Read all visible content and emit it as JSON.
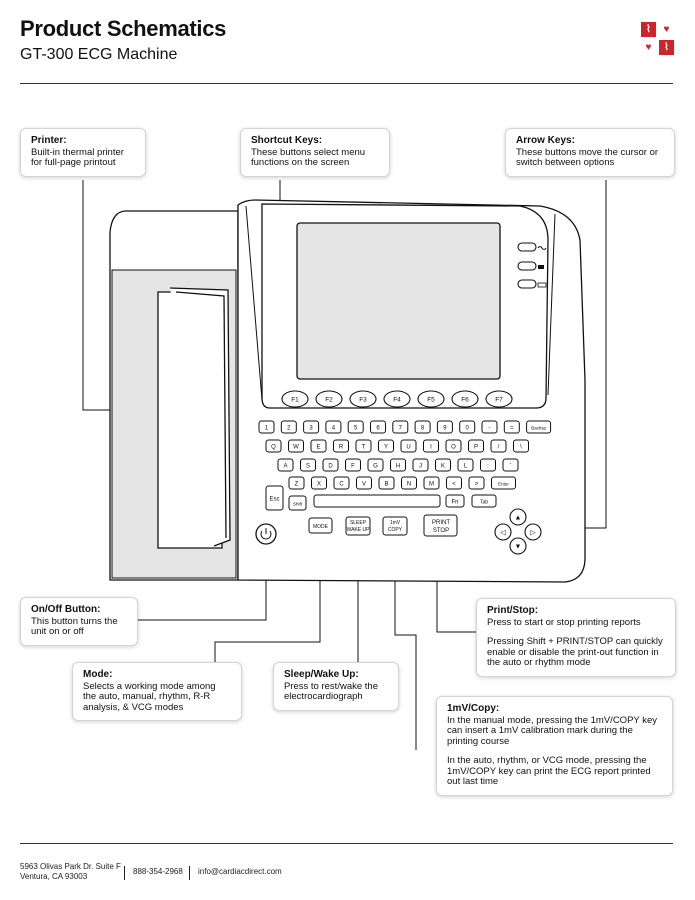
{
  "header": {
    "title": "Product Schematics",
    "subtitle": "GT-300 ECG Machine"
  },
  "logo": {
    "name": "cardiac-logo",
    "color": "#d2232a"
  },
  "callouts": {
    "printer": {
      "heading": "Printer:",
      "body": "Built-in thermal printer for full-page printout"
    },
    "shortcut": {
      "heading": "Shortcut Keys:",
      "body": "These buttons select menu functions on the screen"
    },
    "arrow": {
      "heading": "Arrow Keys:",
      "body": "These buttons move the cursor or switch between options"
    },
    "onoff": {
      "heading": "On/Off Button:",
      "body": "This button turns the unit on or off"
    },
    "mode": {
      "heading": "Mode:",
      "body": "Selects a working mode among the auto, manual, rhythm, R-R analysis, & VCG modes"
    },
    "sleep": {
      "heading": "Sleep/Wake Up:",
      "body": "Press to rest/wake the electrocardiograph"
    },
    "print": {
      "heading": "Print/Stop:",
      "body1": "Press to start or stop printing reports",
      "body2": "Pressing Shift + PRINT/STOP can quickly enable or disable the print-out function in the auto or rhythm mode"
    },
    "mv": {
      "heading": "1mV/Copy:",
      "body1": "In the manual mode, pressing the 1mV/COPY key can insert a 1mV calibration mark during the printing course",
      "body2": "In the auto, rhythm, or VCG mode, pressing the 1mV/COPY key can print the ECG report printed out last time"
    }
  },
  "machine": {
    "fkeys": [
      "F1",
      "F2",
      "F3",
      "F4",
      "F5",
      "F6",
      "F7"
    ],
    "row1": [
      "1",
      "2",
      "3",
      "4",
      "5",
      "6",
      "7",
      "8",
      "9",
      "0",
      "-",
      "=",
      "Backsp"
    ],
    "row2": [
      "Q",
      "W",
      "E",
      "R",
      "T",
      "Y",
      "U",
      "I",
      "O",
      "P",
      "/",
      "\\"
    ],
    "row3": [
      "A",
      "S",
      "D",
      "F",
      "G",
      "H",
      "J",
      "K",
      "L",
      ":",
      "'"
    ],
    "row4": [
      "Z",
      "X",
      "C",
      "V",
      "B",
      "N",
      "M",
      "<",
      ">",
      "Enter"
    ],
    "esc": "Esc",
    "shift": "Shift",
    "fn": "Fn",
    "tab": "Tab",
    "mode_key": "MODE",
    "sleep_key": [
      "SLEEP",
      "WAKE UP"
    ],
    "mv_key": [
      "1mV",
      "COPY"
    ],
    "print_key": [
      "PRINT",
      "STOP"
    ],
    "arrows": [
      "▲",
      "◁",
      "▷",
      "▼"
    ]
  },
  "footer": {
    "address1": "5963 Olivas Park Dr. Suite F",
    "address2": "Ventura, CA 93003",
    "phone": "888-354-2968",
    "email": "info@cardiacdirect.com"
  }
}
